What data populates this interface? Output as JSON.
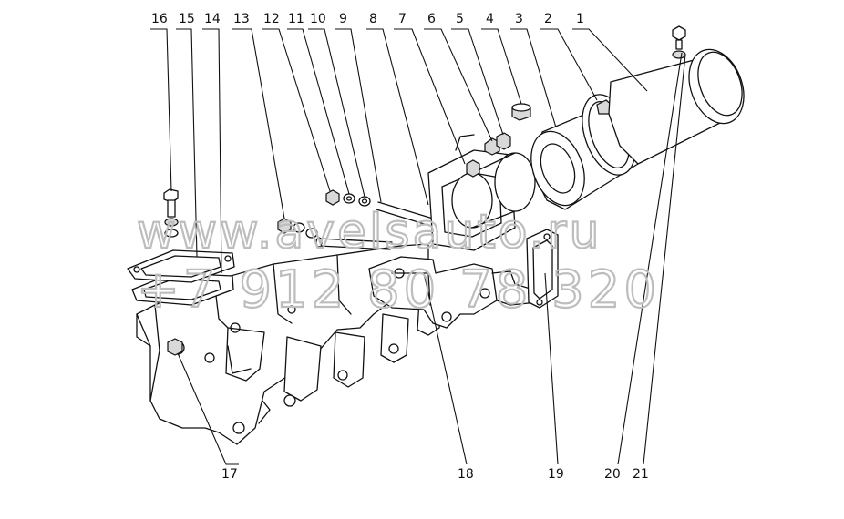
{
  "diagram": {
    "part_numbers": [
      "1",
      "2",
      "3",
      "4",
      "5",
      "6",
      "7",
      "8",
      "9",
      "10",
      "11",
      "12",
      "13",
      "14",
      "15",
      "16",
      "17",
      "18",
      "19",
      "20",
      "21"
    ],
    "watermark": {
      "site": "www.avelsauto.ru",
      "phone": "+7 912 80 78 320"
    },
    "colors": {
      "line": "#111111",
      "watermark": "#bdbdbd",
      "background": "#ffffff"
    }
  }
}
